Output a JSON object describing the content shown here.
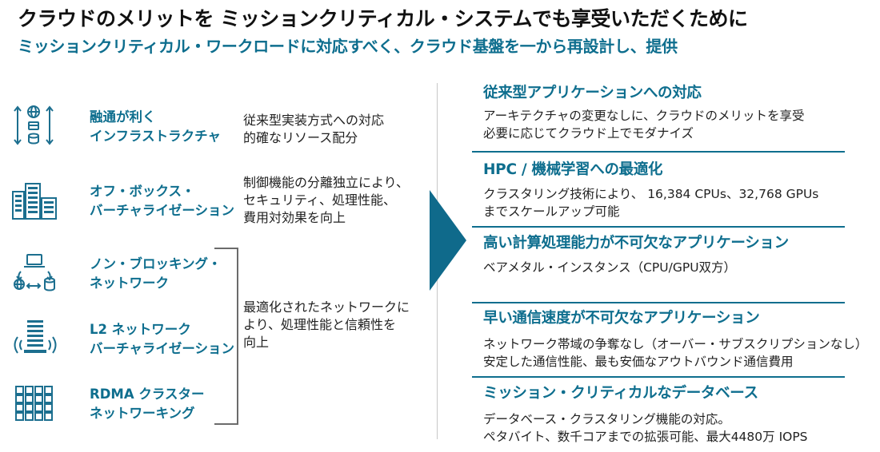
{
  "header": {
    "title": "クラウドのメリットを ミッションクリティカル・システムでも享受いただくために",
    "subtitle": "ミッションクリティカル・ワークロードに対応すべく、クラウド基盤を一から再設計し、提供"
  },
  "features": [
    {
      "lines": [
        "融通が利く",
        "インフラストラクチャ"
      ],
      "icon": "flexible-infrastructure-icon"
    },
    {
      "lines": [
        "オフ・ボックス・",
        "バーチャライゼーション"
      ],
      "icon": "off-box-server-icon"
    },
    {
      "lines": [
        "ノン・ブロッキング・",
        "ネットワーク"
      ],
      "icon": "non-blocking-network-icon"
    },
    {
      "lines": [
        "L2 ネットワーク",
        "バーチャライゼーション"
      ],
      "icon": "l2-network-icon"
    },
    {
      "lines": [
        "RDMA クラスター",
        "ネットワーキング"
      ],
      "icon": "rdma-cluster-icon"
    }
  ],
  "descriptions": [
    {
      "lines": [
        "従来型実装方式への対応",
        "的確なリソース配分"
      ]
    },
    {
      "lines": [
        "制御機能の分離独立により、",
        "セキュリティ、処理性能、",
        "費用対効果を向上"
      ]
    },
    {
      "lines": [
        "最適化されたネットワークに",
        "より、処理性能と信頼性を",
        "向上"
      ]
    }
  ],
  "benefits": [
    {
      "heading": "従来型アプリケーションへの対応",
      "lines": [
        "アーキテクチャの変更なしに、クラウドのメリットを享受",
        "必要に応じてクラウド上でモダナイズ"
      ]
    },
    {
      "heading": "HPC / 機械学習への最適化",
      "lines": [
        "クラスタリング技術により、 16,384 CPUs、32,768 GPUs",
        "までスケールアップ可能"
      ]
    },
    {
      "heading": "高い計算処理能力が不可欠なアプリケーション",
      "lines": [
        "ベアメタル・インスタンス（CPU/GPU双方）"
      ]
    },
    {
      "heading": "早い通信速度が不可欠なアプリケーション",
      "lines": [
        "ネットワーク帯域の争奪なし（オーバー・サブスクリプションなし）",
        "安定した通信性能、最も安価なアウトバウンド通信費用"
      ]
    },
    {
      "heading": "ミッション・クリティカルなデータベース",
      "lines": [
        "データベース・クラスタリング機能の対応。",
        "ペタバイト、数千コアまでの拡張可能、最大4480万 IOPS"
      ]
    }
  ],
  "colors": {
    "accent": "#0e6e8e",
    "icon": "#1c6f8f",
    "text": "#222222"
  }
}
